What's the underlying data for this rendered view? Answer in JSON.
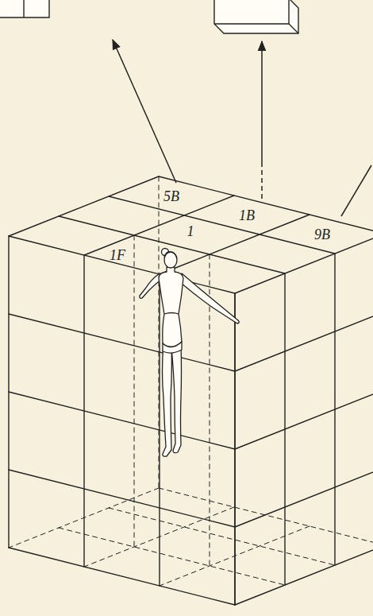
{
  "diagram": {
    "labels": [
      "5B",
      "1B",
      "9B",
      "1F",
      "1"
    ]
  }
}
